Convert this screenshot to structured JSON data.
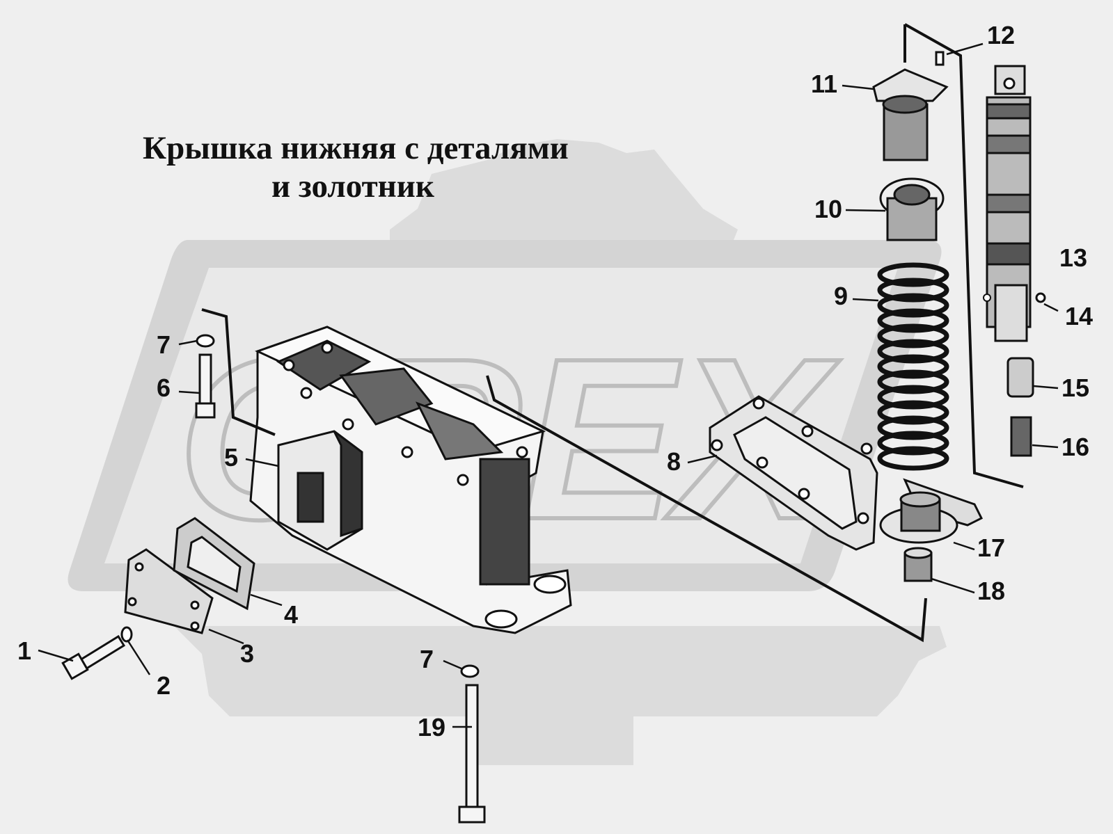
{
  "title": {
    "line1": "Крышка нижняя  с деталями",
    "line2": "и золотник"
  },
  "watermark": {
    "text": "OREX"
  },
  "callouts": [
    {
      "id": "c1",
      "label": "1"
    },
    {
      "id": "c2",
      "label": "2"
    },
    {
      "id": "c3",
      "label": "3"
    },
    {
      "id": "c4",
      "label": "4"
    },
    {
      "id": "c5",
      "label": "5"
    },
    {
      "id": "c6",
      "label": "6"
    },
    {
      "id": "c7a",
      "label": "7"
    },
    {
      "id": "c7b",
      "label": "7"
    },
    {
      "id": "c8",
      "label": "8"
    },
    {
      "id": "c9",
      "label": "9"
    },
    {
      "id": "c10",
      "label": "10"
    },
    {
      "id": "c11",
      "label": "11"
    },
    {
      "id": "c12",
      "label": "12"
    },
    {
      "id": "c13",
      "label": "13"
    },
    {
      "id": "c14",
      "label": "14"
    },
    {
      "id": "c15",
      "label": "15"
    },
    {
      "id": "c16",
      "label": "16"
    },
    {
      "id": "c17",
      "label": "17"
    },
    {
      "id": "c18",
      "label": "18"
    },
    {
      "id": "c19",
      "label": "19"
    }
  ],
  "colors": {
    "background": "#efefef",
    "watermark": "#d9d9d9",
    "ink": "#111111"
  }
}
